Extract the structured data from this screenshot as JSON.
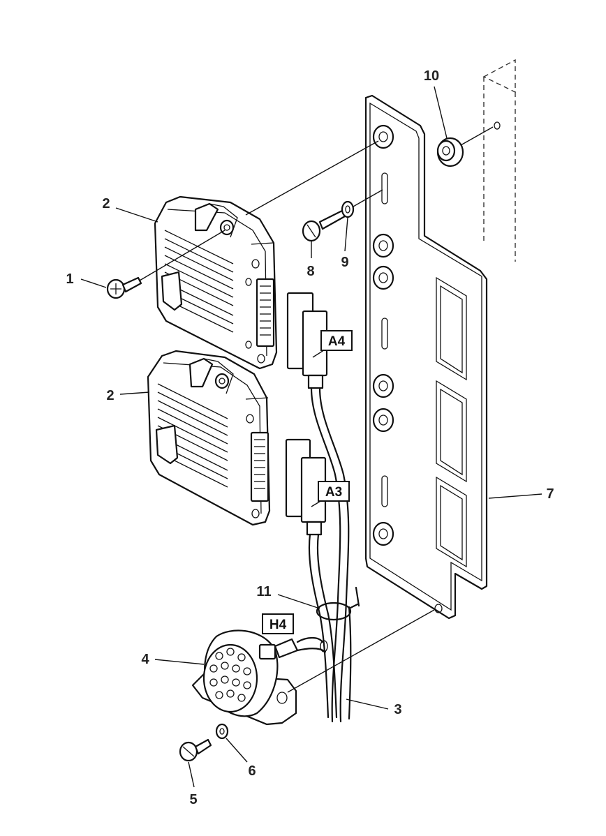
{
  "callouts": {
    "c1": "1",
    "c2a": "2",
    "c2b": "2",
    "c3": "3",
    "c4": "4",
    "c5": "5",
    "c6": "6",
    "c7": "7",
    "c8": "8",
    "c9": "9",
    "c10": "10",
    "c11": "11"
  },
  "tags": {
    "a4": "A4",
    "a3": "A3",
    "h4": "H4"
  }
}
